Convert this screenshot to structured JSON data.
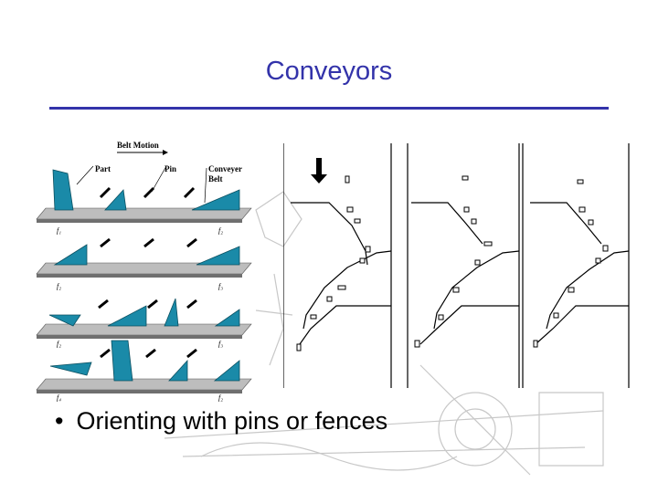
{
  "slide": {
    "title": "Conveyors",
    "bullets": [
      {
        "marker": "•",
        "text": "Orienting with pins or fences"
      }
    ]
  },
  "figure_left": {
    "labels": {
      "belt_motion": "Belt Motion",
      "part": "Part",
      "pin": "Pin",
      "conveyor_belt_line1": "Conveyer",
      "conveyor_belt_line2": "Belt"
    },
    "row_labels": [
      {
        "left": "f₁",
        "right": "f₂"
      },
      {
        "left": "f₂",
        "right": "f₃"
      },
      {
        "left": "f₂",
        "right": "f₃"
      },
      {
        "left": "f₄",
        "right": "f₂"
      }
    ]
  },
  "colors": {
    "title": "#3333aa",
    "part": "#1a8aa8",
    "belt": "#8a8a8a"
  }
}
